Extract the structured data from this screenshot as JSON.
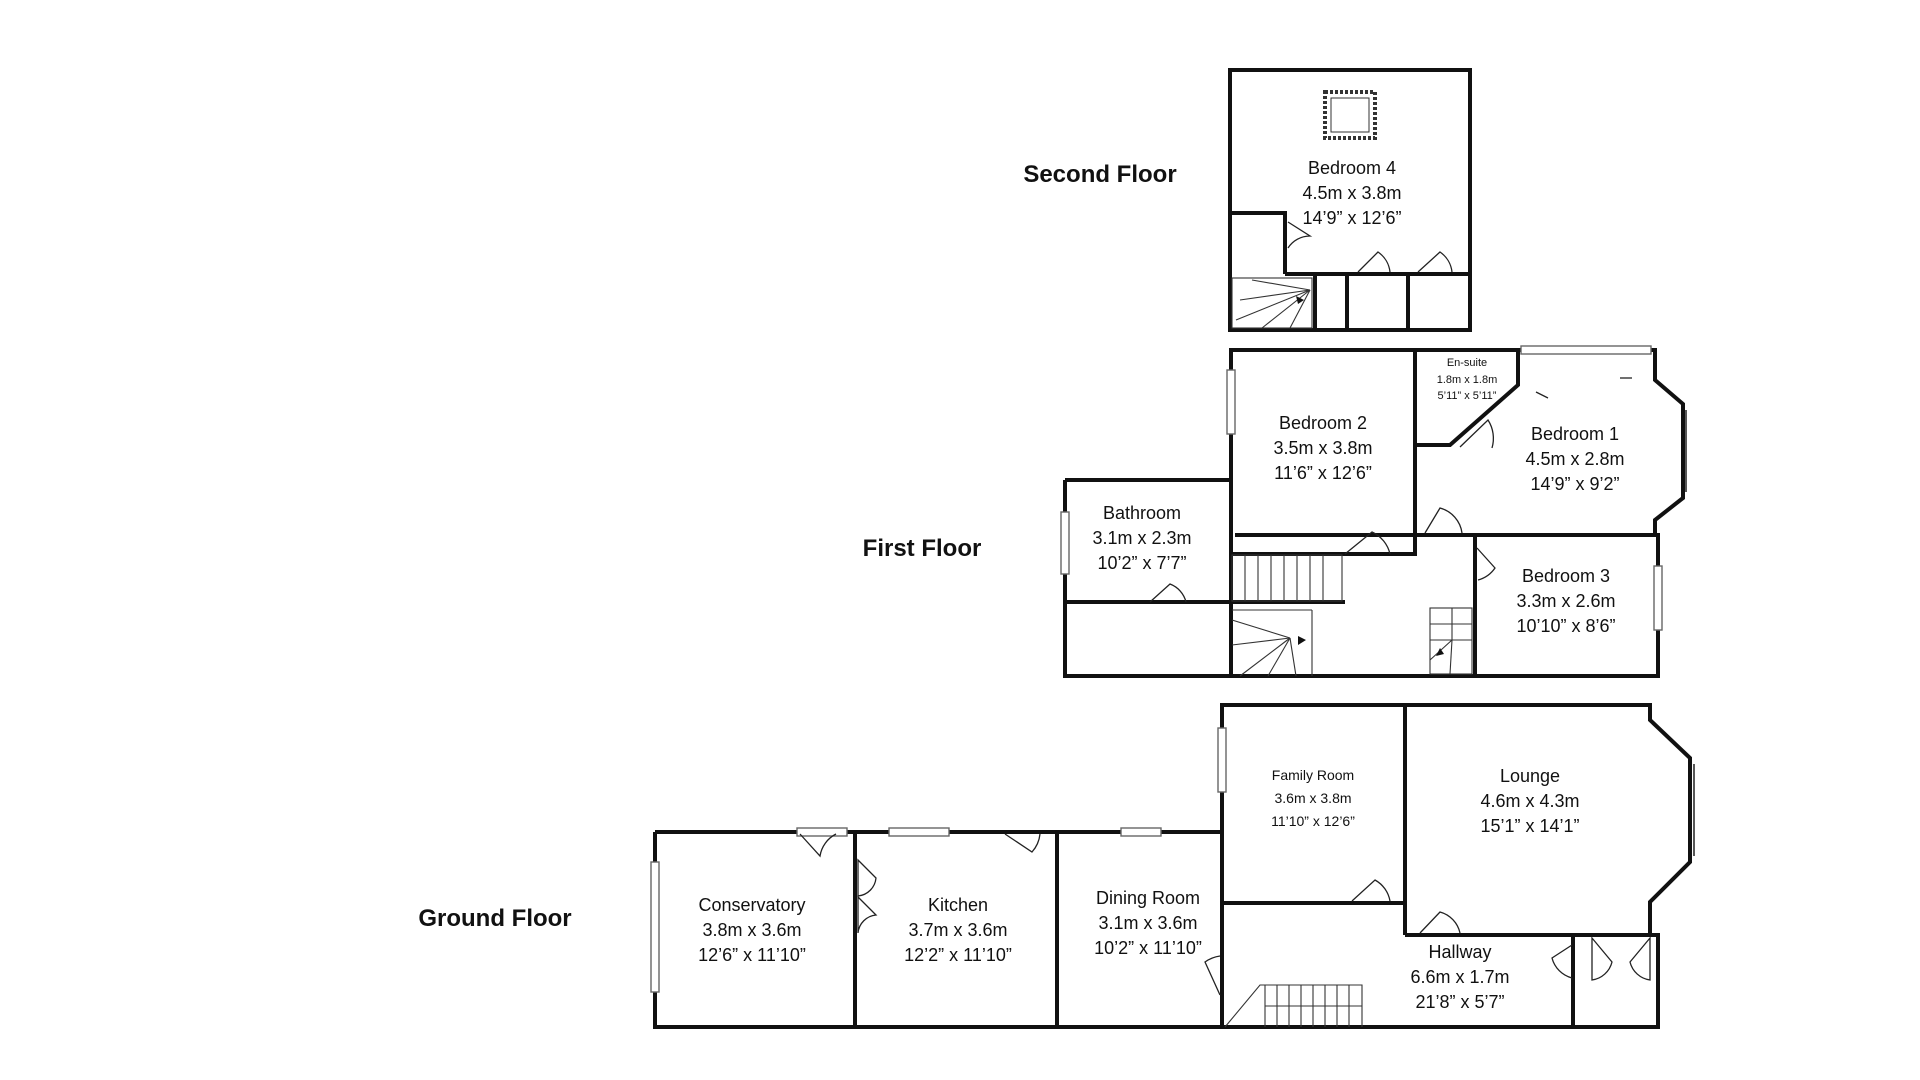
{
  "floors": {
    "second": {
      "label": "Second Floor",
      "rooms": [
        {
          "name": "Bedroom 4",
          "metric": "4.5m x 3.8m",
          "imperial": "14’9” x 12’6”"
        }
      ]
    },
    "first": {
      "label": "First Floor",
      "rooms": [
        {
          "name": "En-suite",
          "metric": "1.8m x 1.8m",
          "imperial": "5’11” x 5’11”"
        },
        {
          "name": "Bedroom 2",
          "metric": "3.5m x 3.8m",
          "imperial": "11’6” x 12’6”"
        },
        {
          "name": "Bedroom 1",
          "metric": "4.5m x 2.8m",
          "imperial": "14’9” x 9’2”"
        },
        {
          "name": "Bathroom",
          "metric": "3.1m x 2.3m",
          "imperial": "10’2” x 7’7”"
        },
        {
          "name": "Bedroom 3",
          "metric": "3.3m x 2.6m",
          "imperial": "10’10” x 8’6”"
        }
      ]
    },
    "ground": {
      "label": "Ground Floor",
      "rooms": [
        {
          "name": "Family Room",
          "metric": "3.6m x 3.8m",
          "imperial": "11’10” x 12’6”"
        },
        {
          "name": "Lounge",
          "metric": "4.6m x 4.3m",
          "imperial": "15’1” x 14’1”"
        },
        {
          "name": "Conservatory",
          "metric": "3.8m x 3.6m",
          "imperial": "12’6” x 11’10”"
        },
        {
          "name": "Kitchen",
          "metric": "3.7m x 3.6m",
          "imperial": "12’2” x 11’10”"
        },
        {
          "name": "Dining Room",
          "metric": "3.1m x 3.6m",
          "imperial": "10’2” x 11’10”"
        },
        {
          "name": "Hallway",
          "metric": "6.6m x 1.7m",
          "imperial": "21’8” x 5’7”"
        }
      ]
    }
  }
}
